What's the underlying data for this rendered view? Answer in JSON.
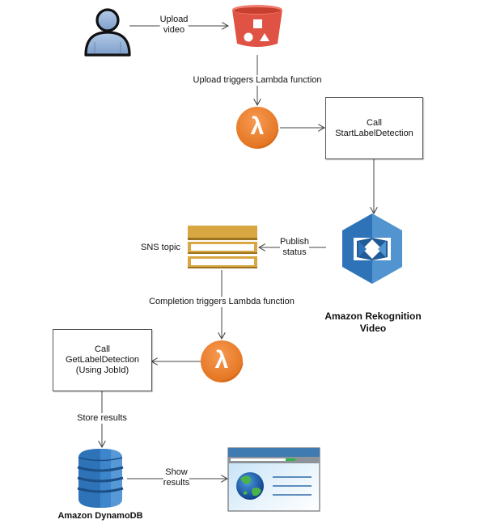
{
  "diagram": {
    "nodes": {
      "user": {
        "icon": "user-icon",
        "label": ""
      },
      "s3": {
        "icon": "s3-bucket-icon",
        "label": ""
      },
      "lambda_upload": {
        "icon": "lambda-icon",
        "symbol": "λ"
      },
      "start_box": {
        "lines": [
          "Call",
          "StartLabelDetection"
        ]
      },
      "rekognition": {
        "icon": "rekognition-video-icon",
        "label_lines": [
          "Amazon Rekognition",
          "Video"
        ]
      },
      "sns": {
        "icon": "sns-topic-icon",
        "label": "SNS topic"
      },
      "lambda_completion": {
        "icon": "lambda-icon",
        "symbol": "λ"
      },
      "get_box": {
        "lines": [
          "Call",
          "GetLabelDetection",
          "(Using JobId)"
        ]
      },
      "dynamodb": {
        "icon": "dynamodb-icon",
        "label": "Amazon DynamoDB"
      },
      "web_app": {
        "icon": "browser-window-icon",
        "label": ""
      }
    },
    "edges": [
      {
        "from": "user",
        "to": "s3",
        "label_lines": [
          "Upload",
          "video"
        ]
      },
      {
        "from": "s3",
        "to": "lambda_upload",
        "label_lines": [
          "Upload triggers Lambda function"
        ]
      },
      {
        "from": "lambda_upload",
        "to": "start_box",
        "label_lines": []
      },
      {
        "from": "start_box",
        "to": "rekognition",
        "label_lines": []
      },
      {
        "from": "rekognition",
        "to": "sns",
        "label_lines": [
          "Publish",
          "status"
        ]
      },
      {
        "from": "sns",
        "to": "lambda_completion",
        "label_lines": [
          "Completion triggers Lambda function"
        ]
      },
      {
        "from": "lambda_completion",
        "to": "get_box",
        "label_lines": []
      },
      {
        "from": "get_box",
        "to": "dynamodb",
        "label_lines": [
          "Store results"
        ]
      },
      {
        "from": "dynamodb",
        "to": "web_app",
        "label_lines": [
          "Show",
          "results"
        ]
      }
    ],
    "colors": {
      "lambda_orange": "#f58536",
      "s3_red": "#e05243",
      "aws_blue": "#2e73b8",
      "sns_gold": "#d9a741",
      "user_blue": "#8fb1d9",
      "line_gray": "#444444"
    }
  }
}
